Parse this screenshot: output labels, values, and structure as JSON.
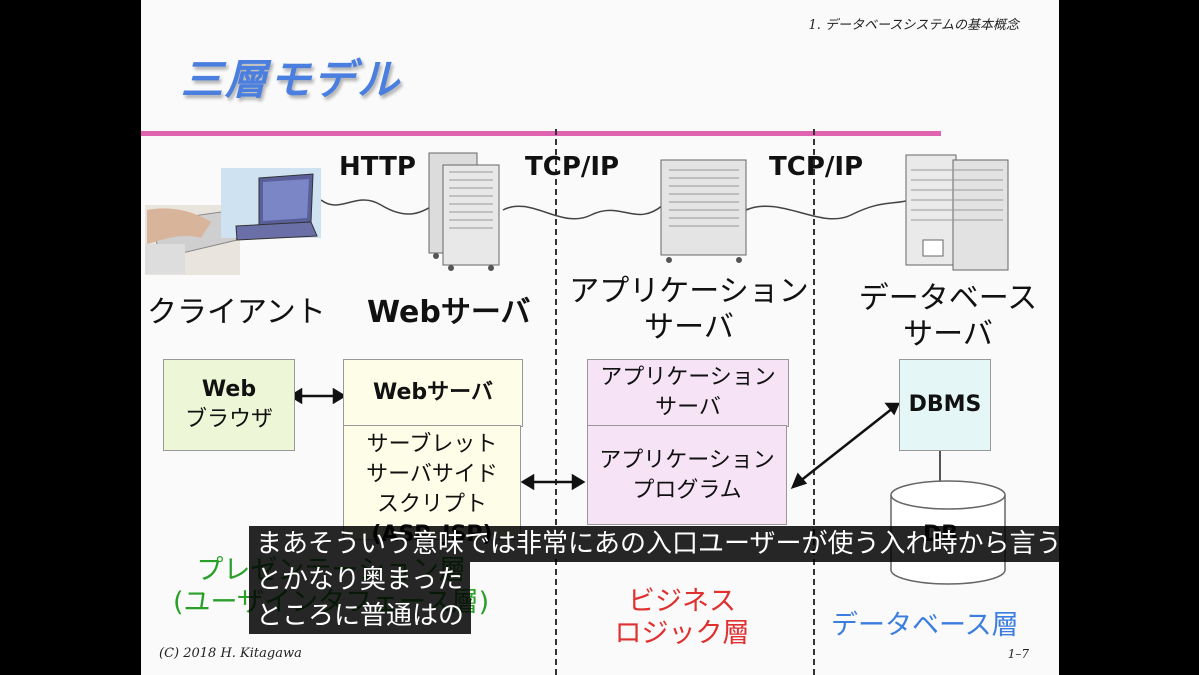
{
  "slide": {
    "header_note": "1. データベースシステムの基本概念",
    "title": "三層モデル",
    "protocols": [
      "HTTP",
      "TCP/IP",
      "TCP/IP"
    ],
    "tiers": {
      "client": "クライアント",
      "web_server": "Webサーバ",
      "app_server": [
        "アプリケーション",
        "サーバ"
      ],
      "db_server": [
        "データベース",
        "サーバ"
      ]
    },
    "boxes": {
      "web_browser": [
        "Web",
        "ブラウザ"
      ],
      "web_server": "Webサーバ",
      "servlet": [
        "サーブレット",
        "サーバサイド",
        "スクリプト",
        "(ASP, JSP)"
      ],
      "app_server": [
        "アプリケーション",
        "サーバ"
      ],
      "app_program": [
        "アプリケーション",
        "プログラム"
      ],
      "dbms": "DBMS",
      "db": "DB"
    },
    "layers": {
      "presentation": [
        "プレゼンテーション層",
        "(ユーザインタフェース層)"
      ],
      "business": [
        "ビジネス",
        "ロジック層"
      ],
      "database": "データベース層"
    },
    "copyright": "(C) 2018 H. Kitagawa",
    "page_number": "1–7"
  },
  "subtitle": {
    "lines": [
      "まあそういう意味では非常にあの入口ユーザーが使う入れ時から言う",
      "とかなり奥まった",
      "ところに普通はの"
    ]
  },
  "colors": {
    "title": "#4a7fe0",
    "rule": "#e063b0",
    "browser_box": "#eef6d8",
    "web_box": "#fdfde8",
    "app_box": "#f6e4f6",
    "dbms_box": "#e4f6f6",
    "presentation_text": "#2aa02a",
    "business_text": "#e03030",
    "database_text": "#3b7ee0"
  }
}
